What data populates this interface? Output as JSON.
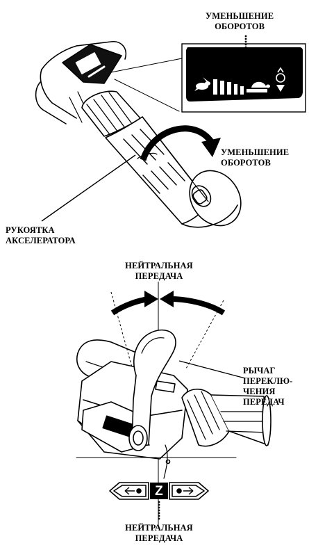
{
  "top_figure": {
    "label_decrease_top": [
      "УМЕНЬШЕНИЕ",
      "ОБОРОТОВ"
    ],
    "label_decrease_side": [
      "УМЕНЬШЕНИЕ",
      "ОБОРОТОВ"
    ],
    "label_throttle_grip": [
      "РУКОЯТКА",
      "АКСЕЛЕРАТОРА"
    ]
  },
  "bottom_figure": {
    "label_neutral_top": [
      "НЕЙТРАЛЬНАЯ",
      "ПЕРЕДАЧА"
    ],
    "label_shift_lever": [
      "РЫЧАГ",
      "ПЕРЕКЛЮ-",
      "ЧЕНИЯ",
      "ПЕРЕДАЧ"
    ],
    "label_neutral_bottom": [
      "НЕЙТРАЛЬНАЯ",
      "ПЕРЕДАЧА"
    ],
    "neutral_symbol": "Z"
  },
  "icons": [
    "hare-icon",
    "tortoise-icon",
    "lamp-icon",
    "forward-gear-icon",
    "reverse-gear-icon"
  ]
}
